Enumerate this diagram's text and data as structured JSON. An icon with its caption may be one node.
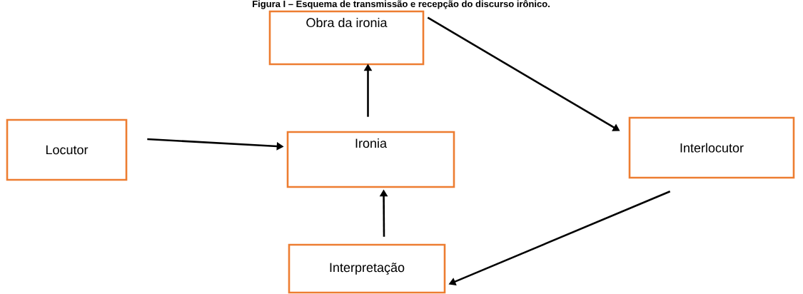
{
  "diagram": {
    "title": "Figura I – Esquema de transmissão e recepção do discurso irônico.",
    "nodes": [
      {
        "text": [
          "Obra da ironia"
        ]
      },
      {
        "text": [
          "Locutor"
        ]
      },
      {
        "text": [
          "Ironia"
        ]
      },
      {
        "text": [
          "Interlocutor"
        ]
      },
      {
        "text": [
          "Interpretação"
        ]
      }
    ],
    "edges": [
      {
        "from": 1,
        "to": 2,
        "arrow": "to"
      },
      {
        "from": 2,
        "to": 0,
        "arrow": "to"
      },
      {
        "from": 0,
        "to": 3,
        "arrow": "to"
      },
      {
        "from": 3,
        "to": 4,
        "arrow": "to"
      },
      {
        "from": 4,
        "to": 2,
        "arrow": "to"
      }
    ]
  }
}
